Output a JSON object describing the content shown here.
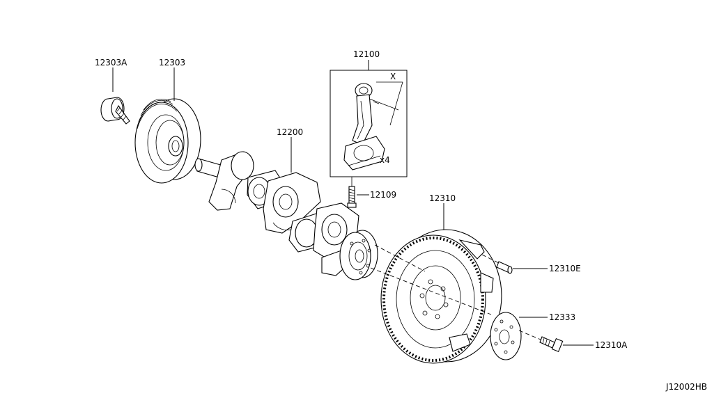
{
  "diagram": {
    "reference_code": "J12002HB",
    "callouts": {
      "p12303A": "12303A",
      "p12303": "12303",
      "p12100": "12100",
      "p12200": "12200",
      "p12109": "12109",
      "p12310": "12310",
      "p12310E": "12310E",
      "p12333": "12333",
      "p12310A": "12310A"
    },
    "annotations": {
      "quantity": "x4",
      "dimension_mark": "X"
    }
  }
}
